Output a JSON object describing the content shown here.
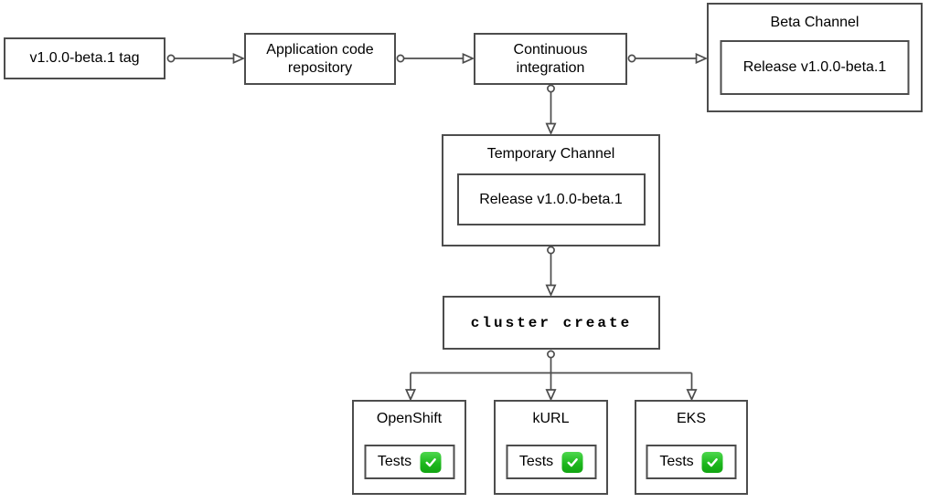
{
  "colors": {
    "box_border": "#4d4d4d",
    "connector": "#4d4d4d",
    "text": "#000000",
    "background": "#ffffff",
    "check_icon_green": "#1db81d",
    "check_icon_mark": "#ffffff"
  },
  "nodes": {
    "tag": {
      "label": "v1.0.0-beta.1 tag"
    },
    "app_repo": {
      "label": "Application code repository"
    },
    "ci": {
      "label": "Continuous integration"
    },
    "beta_channel": {
      "title": "Beta Channel",
      "release_label": "Release v1.0.0-beta.1"
    },
    "temporary_channel": {
      "title": "Temporary Channel",
      "release_label": "Release v1.0.0-beta.1"
    },
    "cluster_create": {
      "label": "cluster create"
    },
    "platforms": {
      "openshift": {
        "title": "OpenShift",
        "tests_label": "Tests",
        "status_icon": "check-mark-button"
      },
      "kurl": {
        "title": "kURL",
        "tests_label": "Tests",
        "status_icon": "check-mark-button"
      },
      "eks": {
        "title": "EKS",
        "tests_label": "Tests",
        "status_icon": "check-mark-button"
      }
    }
  }
}
